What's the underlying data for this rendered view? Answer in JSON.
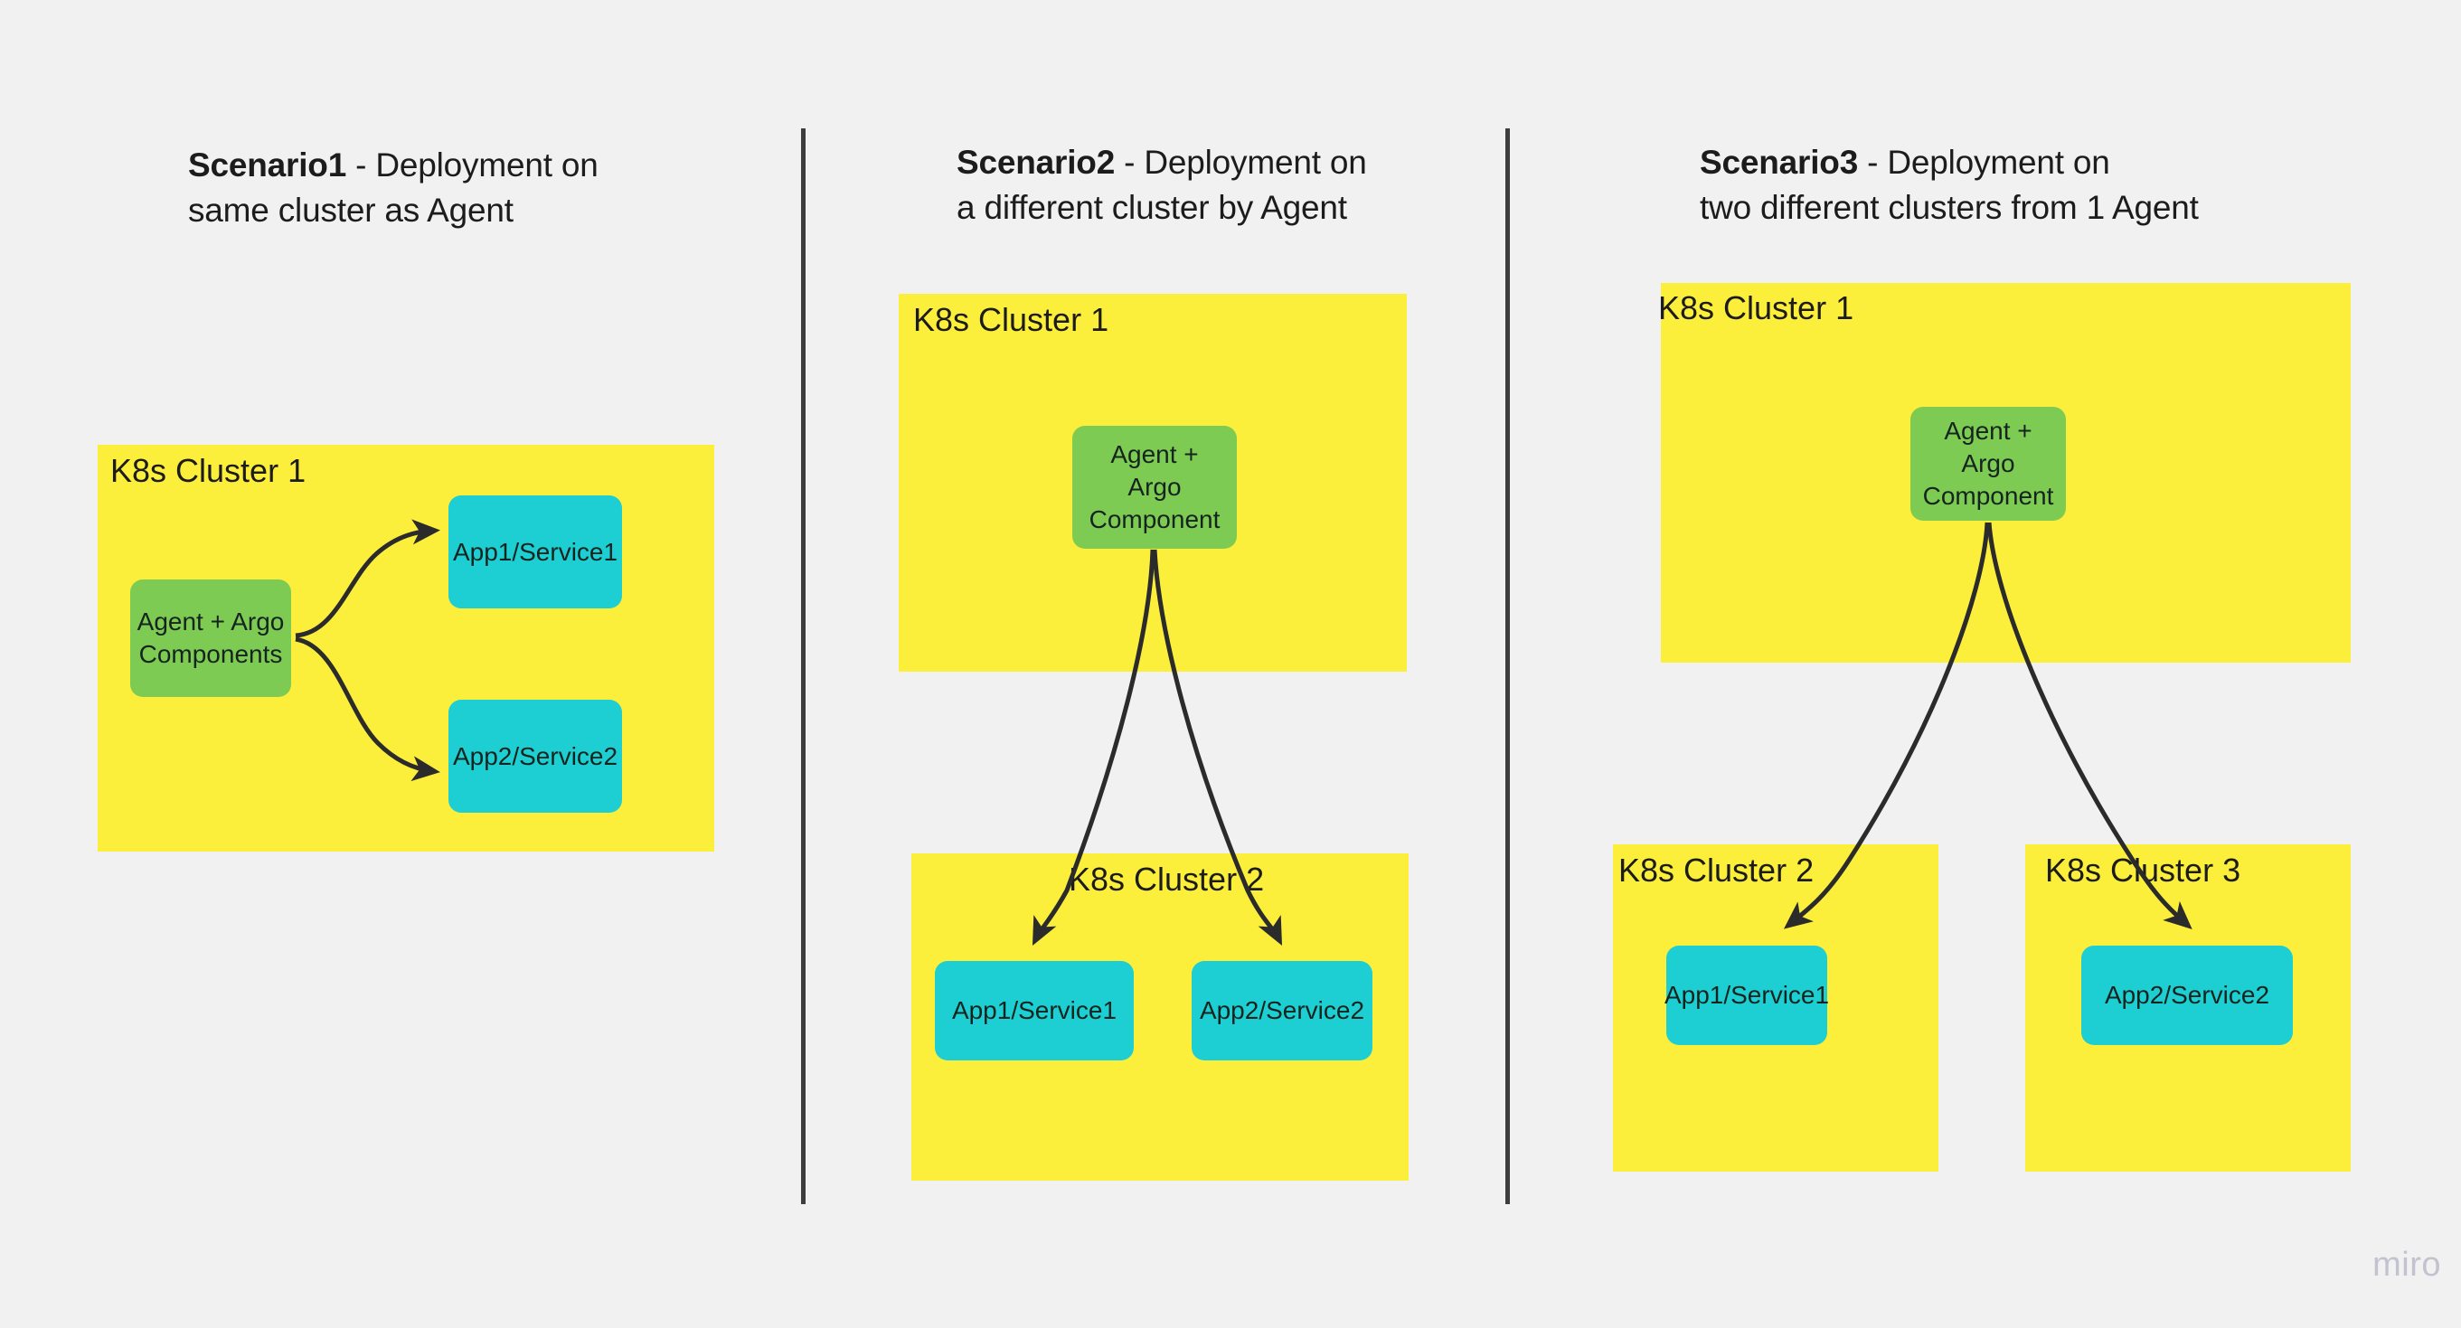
{
  "background_color": "#f1f1f1",
  "palette": {
    "cluster_yellow": "#fcef3c",
    "agent_green": "#7ecb53",
    "app_cyan": "#1dcfd3",
    "arrow_black": "#2b2b2b",
    "divider_gray": "#3d3d3d",
    "watermark_gray": "#c3c3cf"
  },
  "watermark": "miro",
  "scenarios": [
    {
      "heading_strong": "Scenario1",
      "heading_rest": " - Deployment on\nsame cluster as Agent",
      "clusters": [
        {
          "label": "K8s Cluster 1"
        }
      ],
      "nodes": [
        {
          "label": "Agent + Argo\nComponents",
          "type": "agent"
        },
        {
          "label": "App1/Service1",
          "type": "app"
        },
        {
          "label": "App2/Service2",
          "type": "app"
        }
      ]
    },
    {
      "heading_strong": "Scenario2",
      "heading_rest": " - Deployment on\na different cluster by Agent",
      "clusters": [
        {
          "label": "K8s Cluster 1"
        },
        {
          "label": "K8s Cluster 2"
        }
      ],
      "nodes": [
        {
          "label": "Agent +\nArgo\nComponent",
          "type": "agent"
        },
        {
          "label": "App1/Service1",
          "type": "app"
        },
        {
          "label": "App2/Service2",
          "type": "app"
        }
      ]
    },
    {
      "heading_strong": "Scenario3",
      "heading_rest": " - Deployment on\ntwo different clusters from 1 Agent",
      "clusters": [
        {
          "label": "K8s Cluster 1"
        },
        {
          "label": "K8s Cluster 2"
        },
        {
          "label": "K8s Cluster 3"
        }
      ],
      "nodes": [
        {
          "label": "Agent +\nArgo\nComponent",
          "type": "agent"
        },
        {
          "label": "App1/Service1",
          "type": "app"
        },
        {
          "label": "App2/Service2",
          "type": "app"
        }
      ]
    }
  ]
}
